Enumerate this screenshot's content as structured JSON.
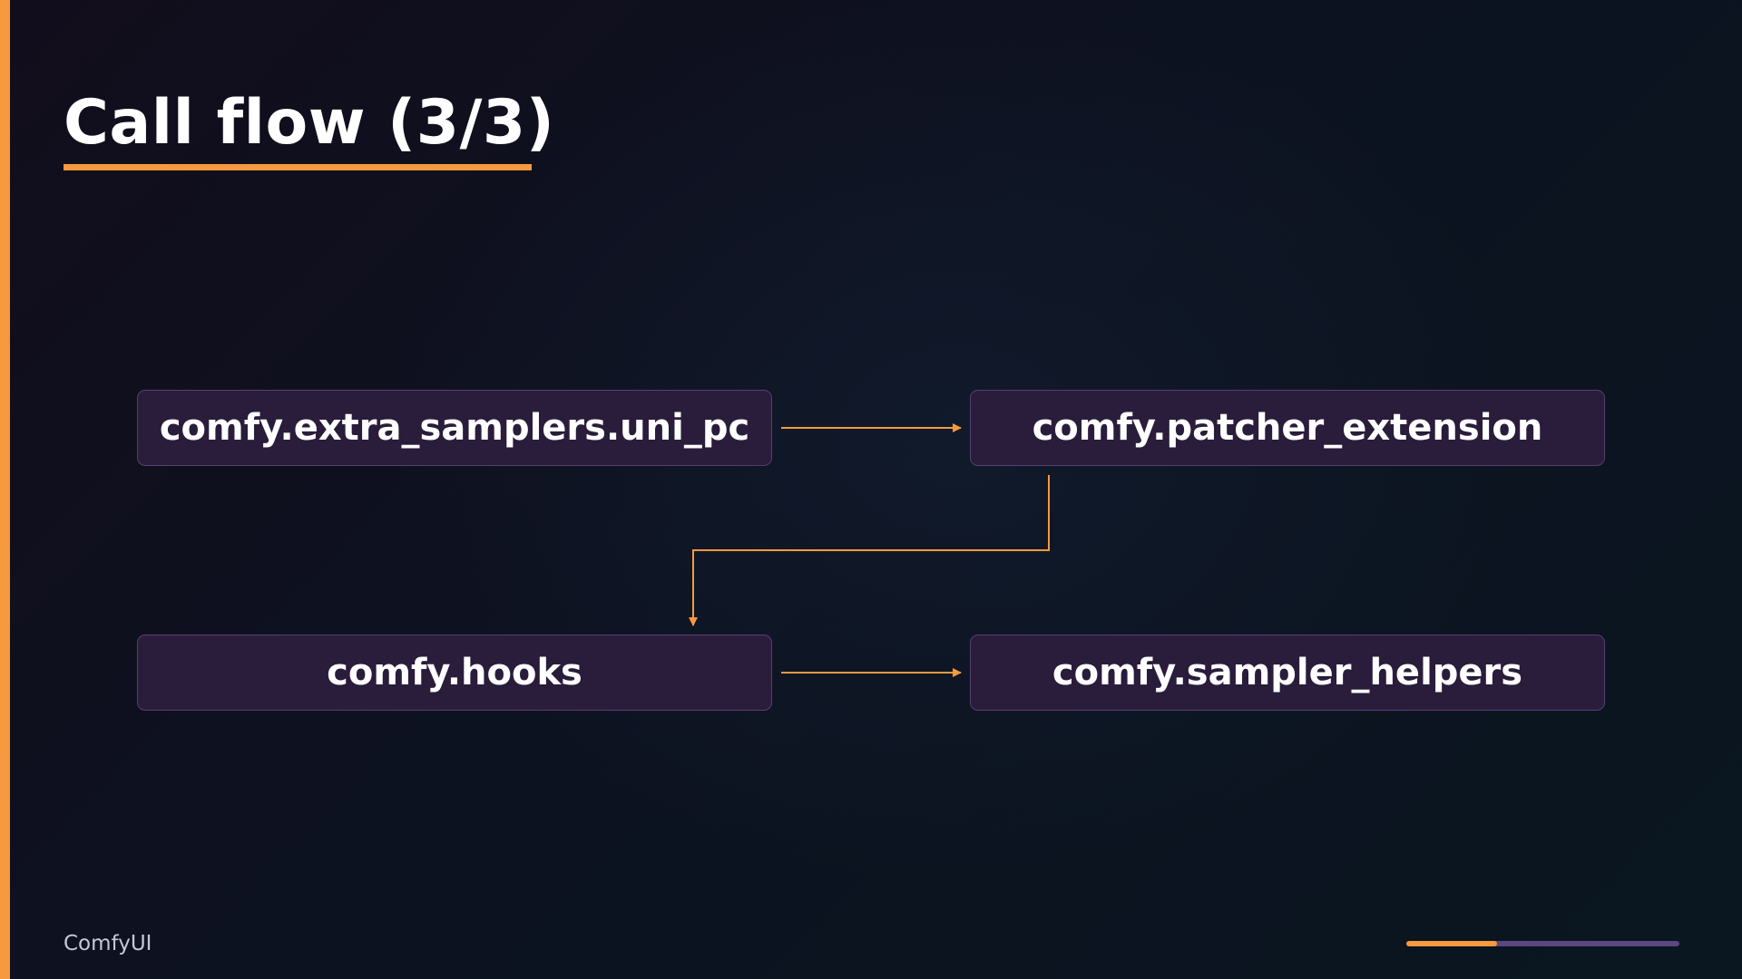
{
  "slide": {
    "title": "Call flow (3/3)",
    "footer_label": "ComfyUI",
    "progress": 0.333
  },
  "colors": {
    "accent": "#f7993e",
    "node_fill": "#2a1c3b",
    "node_border": "#56406f",
    "progress_track": "#5b4781"
  },
  "diagram": {
    "nodes": [
      {
        "id": "n1",
        "label": "comfy.extra_samplers.uni_pc"
      },
      {
        "id": "n2",
        "label": "comfy.patcher_extension"
      },
      {
        "id": "n3",
        "label": "comfy.hooks"
      },
      {
        "id": "n4",
        "label": "comfy.sampler_helpers"
      }
    ],
    "edges": [
      {
        "from": "n1",
        "to": "n2"
      },
      {
        "from": "n2",
        "to": "n3"
      },
      {
        "from": "n3",
        "to": "n4"
      }
    ]
  }
}
